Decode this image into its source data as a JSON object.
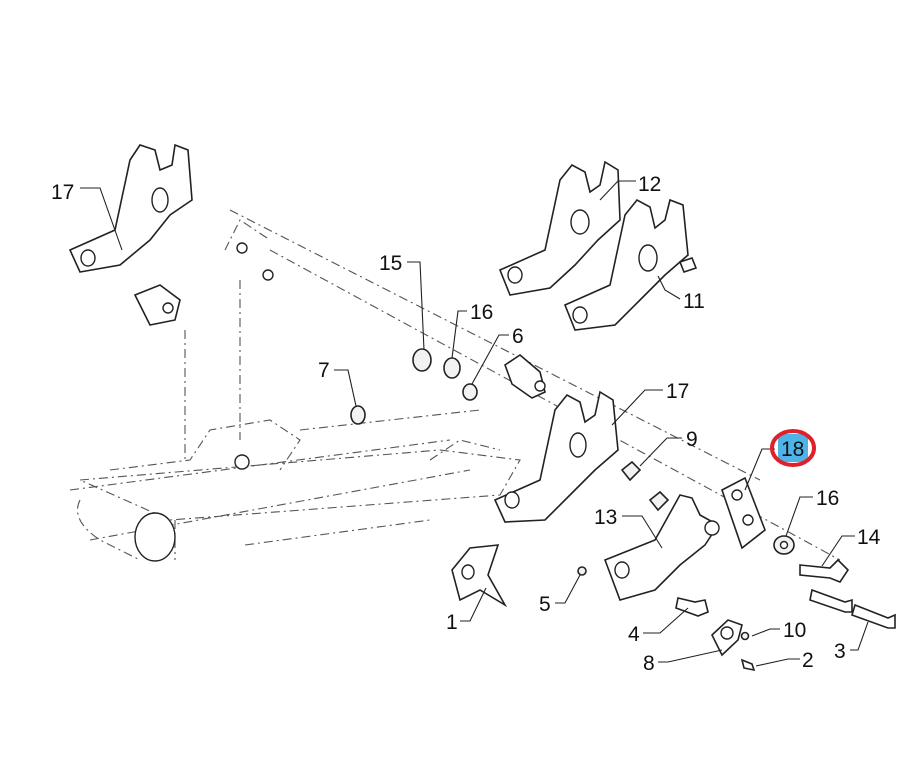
{
  "diagram": {
    "callouts": [
      "17",
      "12",
      "11",
      "15",
      "16",
      "6",
      "7",
      "17",
      "9",
      "18",
      "16",
      "14",
      "13",
      "5",
      "1",
      "4",
      "10",
      "2",
      "8",
      "3"
    ],
    "selected_callout": "18",
    "selection_colors": {
      "badge": "#4fb3e8",
      "ring": "#e0202a"
    }
  }
}
